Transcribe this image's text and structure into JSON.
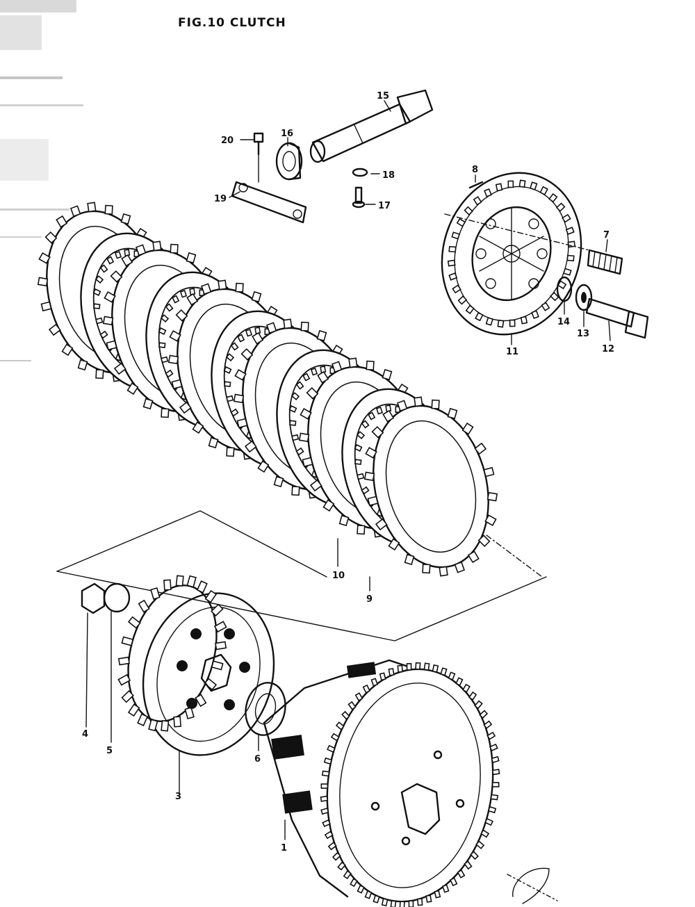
{
  "figure": {
    "title": "FIG.10  CLUTCH"
  },
  "callouts": [
    {
      "id": "1",
      "label": "1"
    },
    {
      "id": "3",
      "label": "3"
    },
    {
      "id": "4",
      "label": "4"
    },
    {
      "id": "5",
      "label": "5"
    },
    {
      "id": "6",
      "label": "6"
    },
    {
      "id": "7",
      "label": "7"
    },
    {
      "id": "8",
      "label": "8"
    },
    {
      "id": "9",
      "label": "9"
    },
    {
      "id": "10",
      "label": "10"
    },
    {
      "id": "11",
      "label": "11"
    },
    {
      "id": "12",
      "label": "12"
    },
    {
      "id": "13",
      "label": "13"
    },
    {
      "id": "14",
      "label": "14"
    },
    {
      "id": "15",
      "label": "15"
    },
    {
      "id": "16",
      "label": "16"
    },
    {
      "id": "17",
      "label": "17"
    },
    {
      "id": "18",
      "label": "18"
    },
    {
      "id": "19",
      "label": "19"
    },
    {
      "id": "20",
      "label": "20"
    }
  ]
}
